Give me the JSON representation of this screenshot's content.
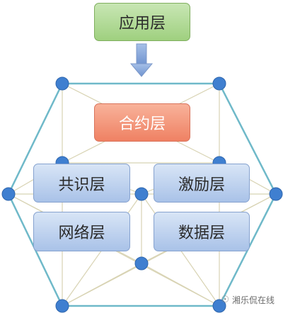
{
  "layers": {
    "application": "应用层",
    "contract": "合约层",
    "consensus": "共识层",
    "incentive": "激励层",
    "network": "网络层",
    "data": "数据层"
  },
  "watermark": {
    "text": "湘乐侃在线",
    "icon": "wechat-icon"
  },
  "colors": {
    "hexagon_edge": "#6fb9c9",
    "node": "#3f7fd0",
    "inner_lines": "#d8d3b3",
    "arrow": "#7fa1d6",
    "application_fill": "#a8d48a",
    "contract_fill": "#f08c6c",
    "layer_fill": "#b6cbea"
  }
}
